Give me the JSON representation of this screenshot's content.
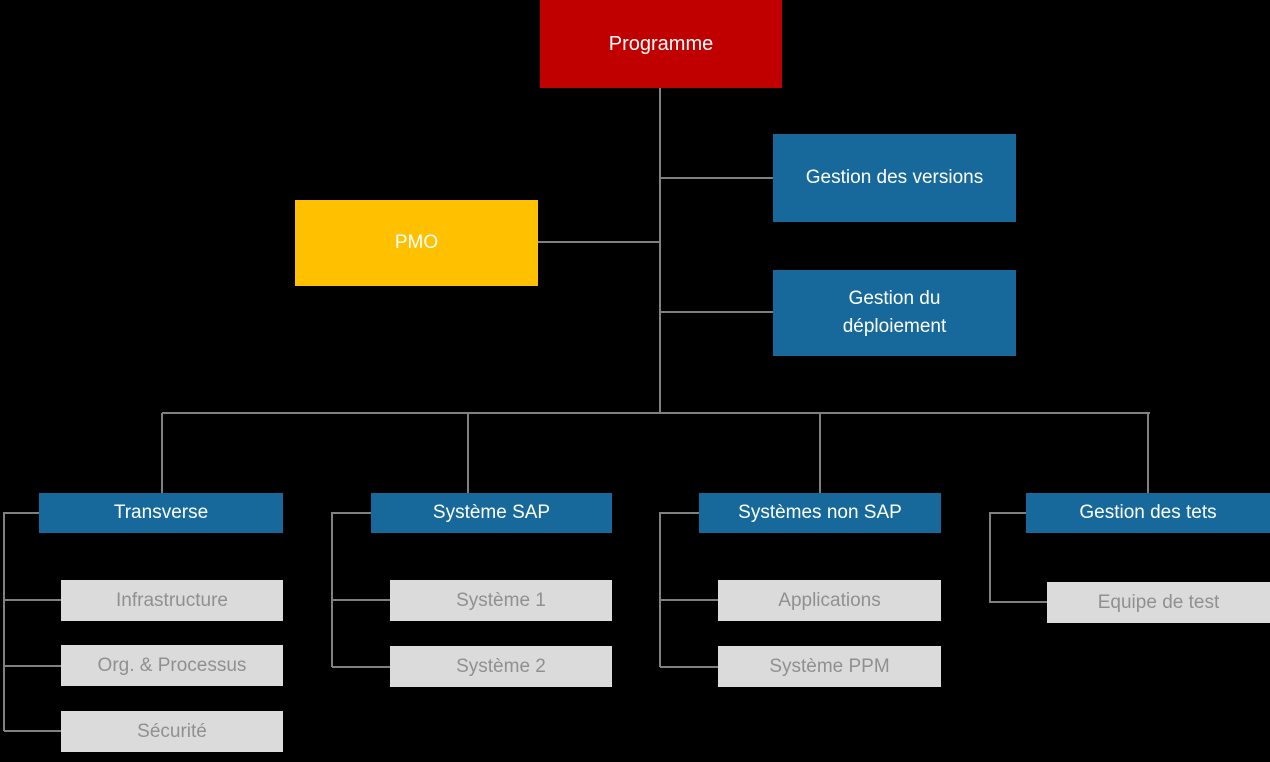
{
  "palette": {
    "background": "#000000",
    "connector_line": "#808080",
    "root_red": "#C00000",
    "pmo_gold": "#FFC000",
    "header_blue": "#17699C",
    "child_gray": "#DBDBDB",
    "child_text_gray": "#909090",
    "box_text_white": "#FFFFFF"
  },
  "chart": {
    "root": {
      "label": "Programme",
      "color": "#C00000"
    },
    "staff": [
      {
        "label": "PMO",
        "color": "#FFC000",
        "side": "left"
      },
      {
        "label": "Gestion des versions",
        "color": "#17699C",
        "side": "right"
      },
      {
        "label": "Gestion du\ndéploiement",
        "color": "#17699C",
        "side": "right"
      }
    ],
    "columns": [
      {
        "header": "Transverse",
        "children": [
          "Infrastructure",
          "Org. & Processus",
          "Sécurité"
        ]
      },
      {
        "header": "Système SAP",
        "children": [
          "Système 1",
          "Système 2"
        ]
      },
      {
        "header": "Systèmes non SAP",
        "children": [
          "Applications",
          "Système PPM"
        ]
      },
      {
        "header": "Gestion des tets",
        "children": [
          "Equipe de test"
        ]
      }
    ]
  }
}
